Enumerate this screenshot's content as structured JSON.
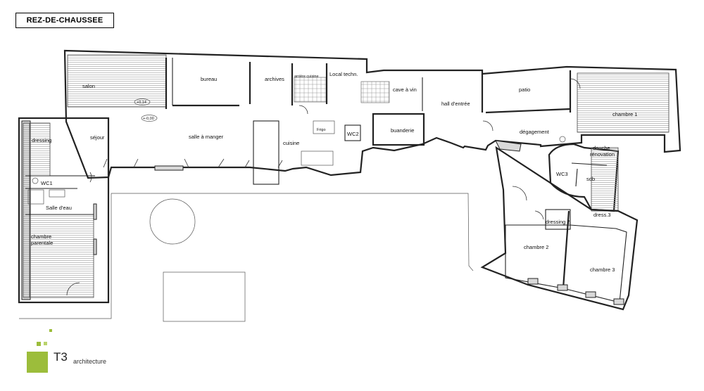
{
  "title": "REZ-DE-CHAUSSEE",
  "rooms": {
    "salon": "salon",
    "bureau": "bureau",
    "archives": "archives",
    "arriere_cuisine": "arrière cuisine",
    "local_techn": "Local techn.",
    "cave_a_vin": "cave à vin",
    "hall_entree": "hall d'entrée",
    "patio": "patio",
    "chambre_1": "chambre 1",
    "sejour": "séjour",
    "salle_a_manger": "salle à manger",
    "cuisine": "cuisine",
    "wc2": "WC2",
    "buanderie": "buanderie",
    "degagement": "dégagement",
    "douche_line1": "douche",
    "douche_line2": "rénovation",
    "wc3": "WC3",
    "sdb": "sdb",
    "dress3": "dress.3",
    "dressing2": "dressing 2",
    "chambre_2": "chambre 2",
    "chambre_3": "chambre 3",
    "dressing": "dressing",
    "wc1": "WC1",
    "salle_eau": "Salle d'eau",
    "chambre_parentale_line1": "chambre",
    "chambre_parentale_line2": "parentale",
    "frigo": "Frigo"
  },
  "levels": {
    "level_1": "+0,14",
    "level_2": "+-0,00"
  },
  "logo": {
    "name": "T3",
    "subtitle": "architecture",
    "color": "#9cbd3b"
  }
}
